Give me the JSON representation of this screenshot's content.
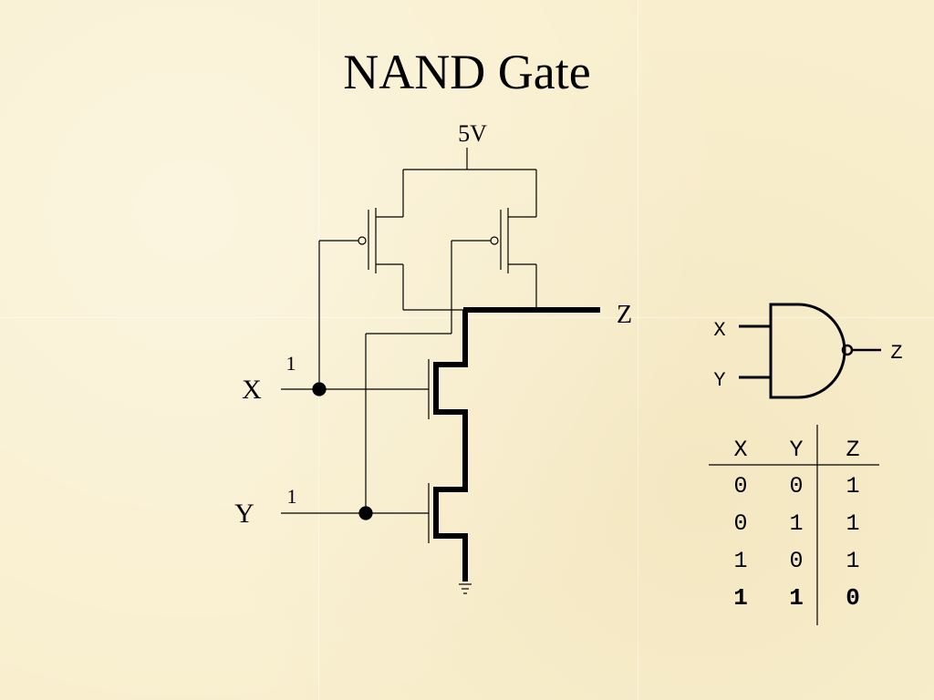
{
  "title": "NAND Gate",
  "circuit": {
    "supply_label": "5V",
    "output_label": "Z",
    "input_x_label": "X",
    "input_y_label": "Y",
    "input_x_value": "1",
    "input_y_value": "1"
  },
  "symbol": {
    "input_x": "X",
    "input_y": "Y",
    "output": "Z"
  },
  "truth_table": {
    "headers": [
      "X",
      "Y",
      "Z"
    ],
    "rows": [
      [
        "0",
        "0",
        "1"
      ],
      [
        "0",
        "1",
        "1"
      ],
      [
        "1",
        "0",
        "1"
      ],
      [
        "1",
        "1",
        "0"
      ]
    ],
    "highlighted_row": 3
  },
  "colors": {
    "background": "#f9efce",
    "ink": "#000000"
  }
}
